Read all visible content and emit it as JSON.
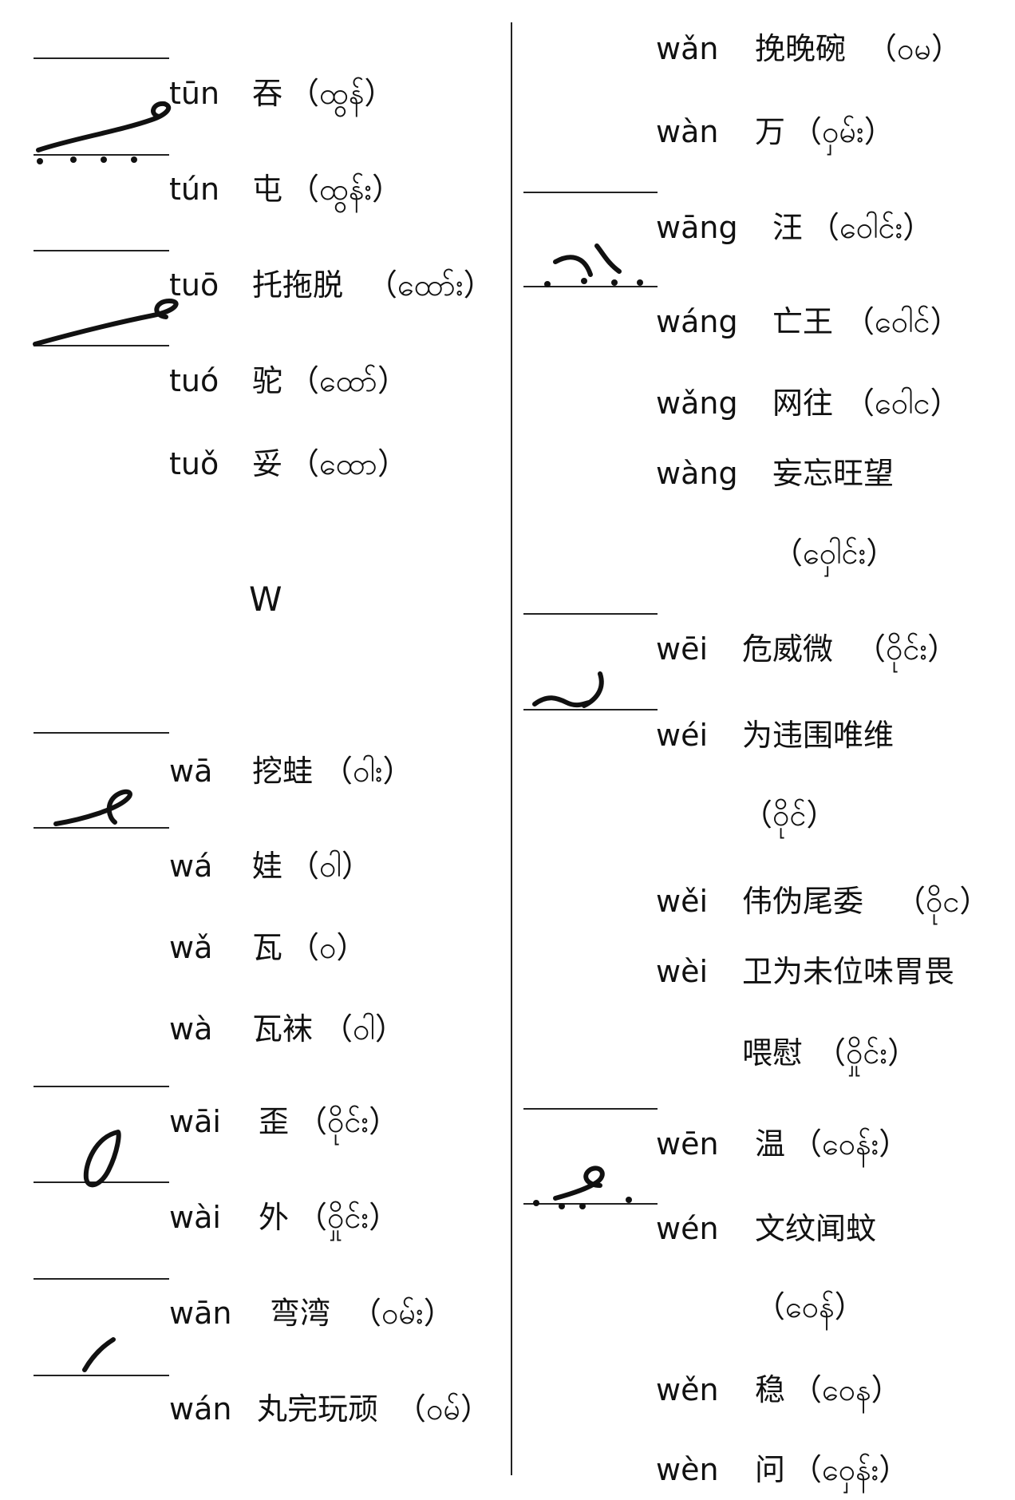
{
  "section_letter": "W",
  "left_entries": [
    {
      "pinyin": "tūn",
      "hanzi": "吞",
      "burmese": "（ထွန်）"
    },
    {
      "pinyin": "tún",
      "hanzi": "屯",
      "burmese": "（ထွန်း）"
    },
    {
      "pinyin": "tuō",
      "hanzi": "托拖脱",
      "burmese": "（ထော်း）"
    },
    {
      "pinyin": "tuó",
      "hanzi": "驼",
      "burmese": "（ထော်）"
    },
    {
      "pinyin": "tuǒ",
      "hanzi": "妥",
      "burmese": "（ထော）"
    },
    {
      "pinyin": "wā",
      "hanzi": "挖蛙",
      "burmese": "（ဝါး）"
    },
    {
      "pinyin": "wá",
      "hanzi": "娃",
      "burmese": "（ဝါ）"
    },
    {
      "pinyin": "wǎ",
      "hanzi": "瓦",
      "burmese": "（ဝ）"
    },
    {
      "pinyin": "wà",
      "hanzi": "瓦袜",
      "burmese": "（ဝါ）"
    },
    {
      "pinyin": "wāi",
      "hanzi": "歪",
      "burmese": "（ဝိုင်း）"
    },
    {
      "pinyin": "wài",
      "hanzi": "外",
      "burmese": "（ဝှိုင်း）"
    },
    {
      "pinyin": "wān",
      "hanzi": "弯湾",
      "burmese": "（ဝမ်း）"
    },
    {
      "pinyin": "wán",
      "hanzi": "丸完玩顽",
      "burmese": "（ဝမ်）"
    }
  ],
  "right_entries": [
    {
      "pinyin": "wǎn",
      "hanzi": "挽晚碗",
      "burmese": "（ဝမ）"
    },
    {
      "pinyin": "wàn",
      "hanzi": "万",
      "burmese": "（ဝှမ်း）"
    },
    {
      "pinyin": "wāng",
      "hanzi": "汪",
      "burmese": "（ဝေါင်း）"
    },
    {
      "pinyin": "wáng",
      "hanzi": "亡王",
      "burmese": "（ဝေါင်）"
    },
    {
      "pinyin": "wǎng",
      "hanzi": "网往",
      "burmese": "（ဝေါင）"
    },
    {
      "pinyin": "wàng",
      "hanzi": "妄忘旺望",
      "burmese": ""
    },
    {
      "pinyin": "",
      "hanzi": "",
      "burmese": "（ဝှေါင်း）"
    },
    {
      "pinyin": "wēi",
      "hanzi": "危威微",
      "burmese": "（ဝိုင်း）"
    },
    {
      "pinyin": "wéi",
      "hanzi": "为违围唯维",
      "burmese": ""
    },
    {
      "pinyin": "",
      "hanzi": "",
      "burmese": "（ဝိုင်）"
    },
    {
      "pinyin": "wěi",
      "hanzi": "伟伪尾委",
      "burmese": "（ဝိုင）"
    },
    {
      "pinyin": "wèi",
      "hanzi": "卫为未位味胃畏",
      "burmese": ""
    },
    {
      "pinyin": "",
      "hanzi": "喂慰",
      "burmese": "（ဝှိုင်း）"
    },
    {
      "pinyin": "wēn",
      "hanzi": "温",
      "burmese": "（ဝေန်း）"
    },
    {
      "pinyin": "wén",
      "hanzi": "文纹闻蚊",
      "burmese": ""
    },
    {
      "pinyin": "",
      "hanzi": "",
      "burmese": "（ဝေန်）"
    },
    {
      "pinyin": "wěn",
      "hanzi": "稳",
      "burmese": "（ဝေန）"
    },
    {
      "pinyin": "wèn",
      "hanzi": "问",
      "burmese": "（ဝှေန်း）"
    }
  ]
}
